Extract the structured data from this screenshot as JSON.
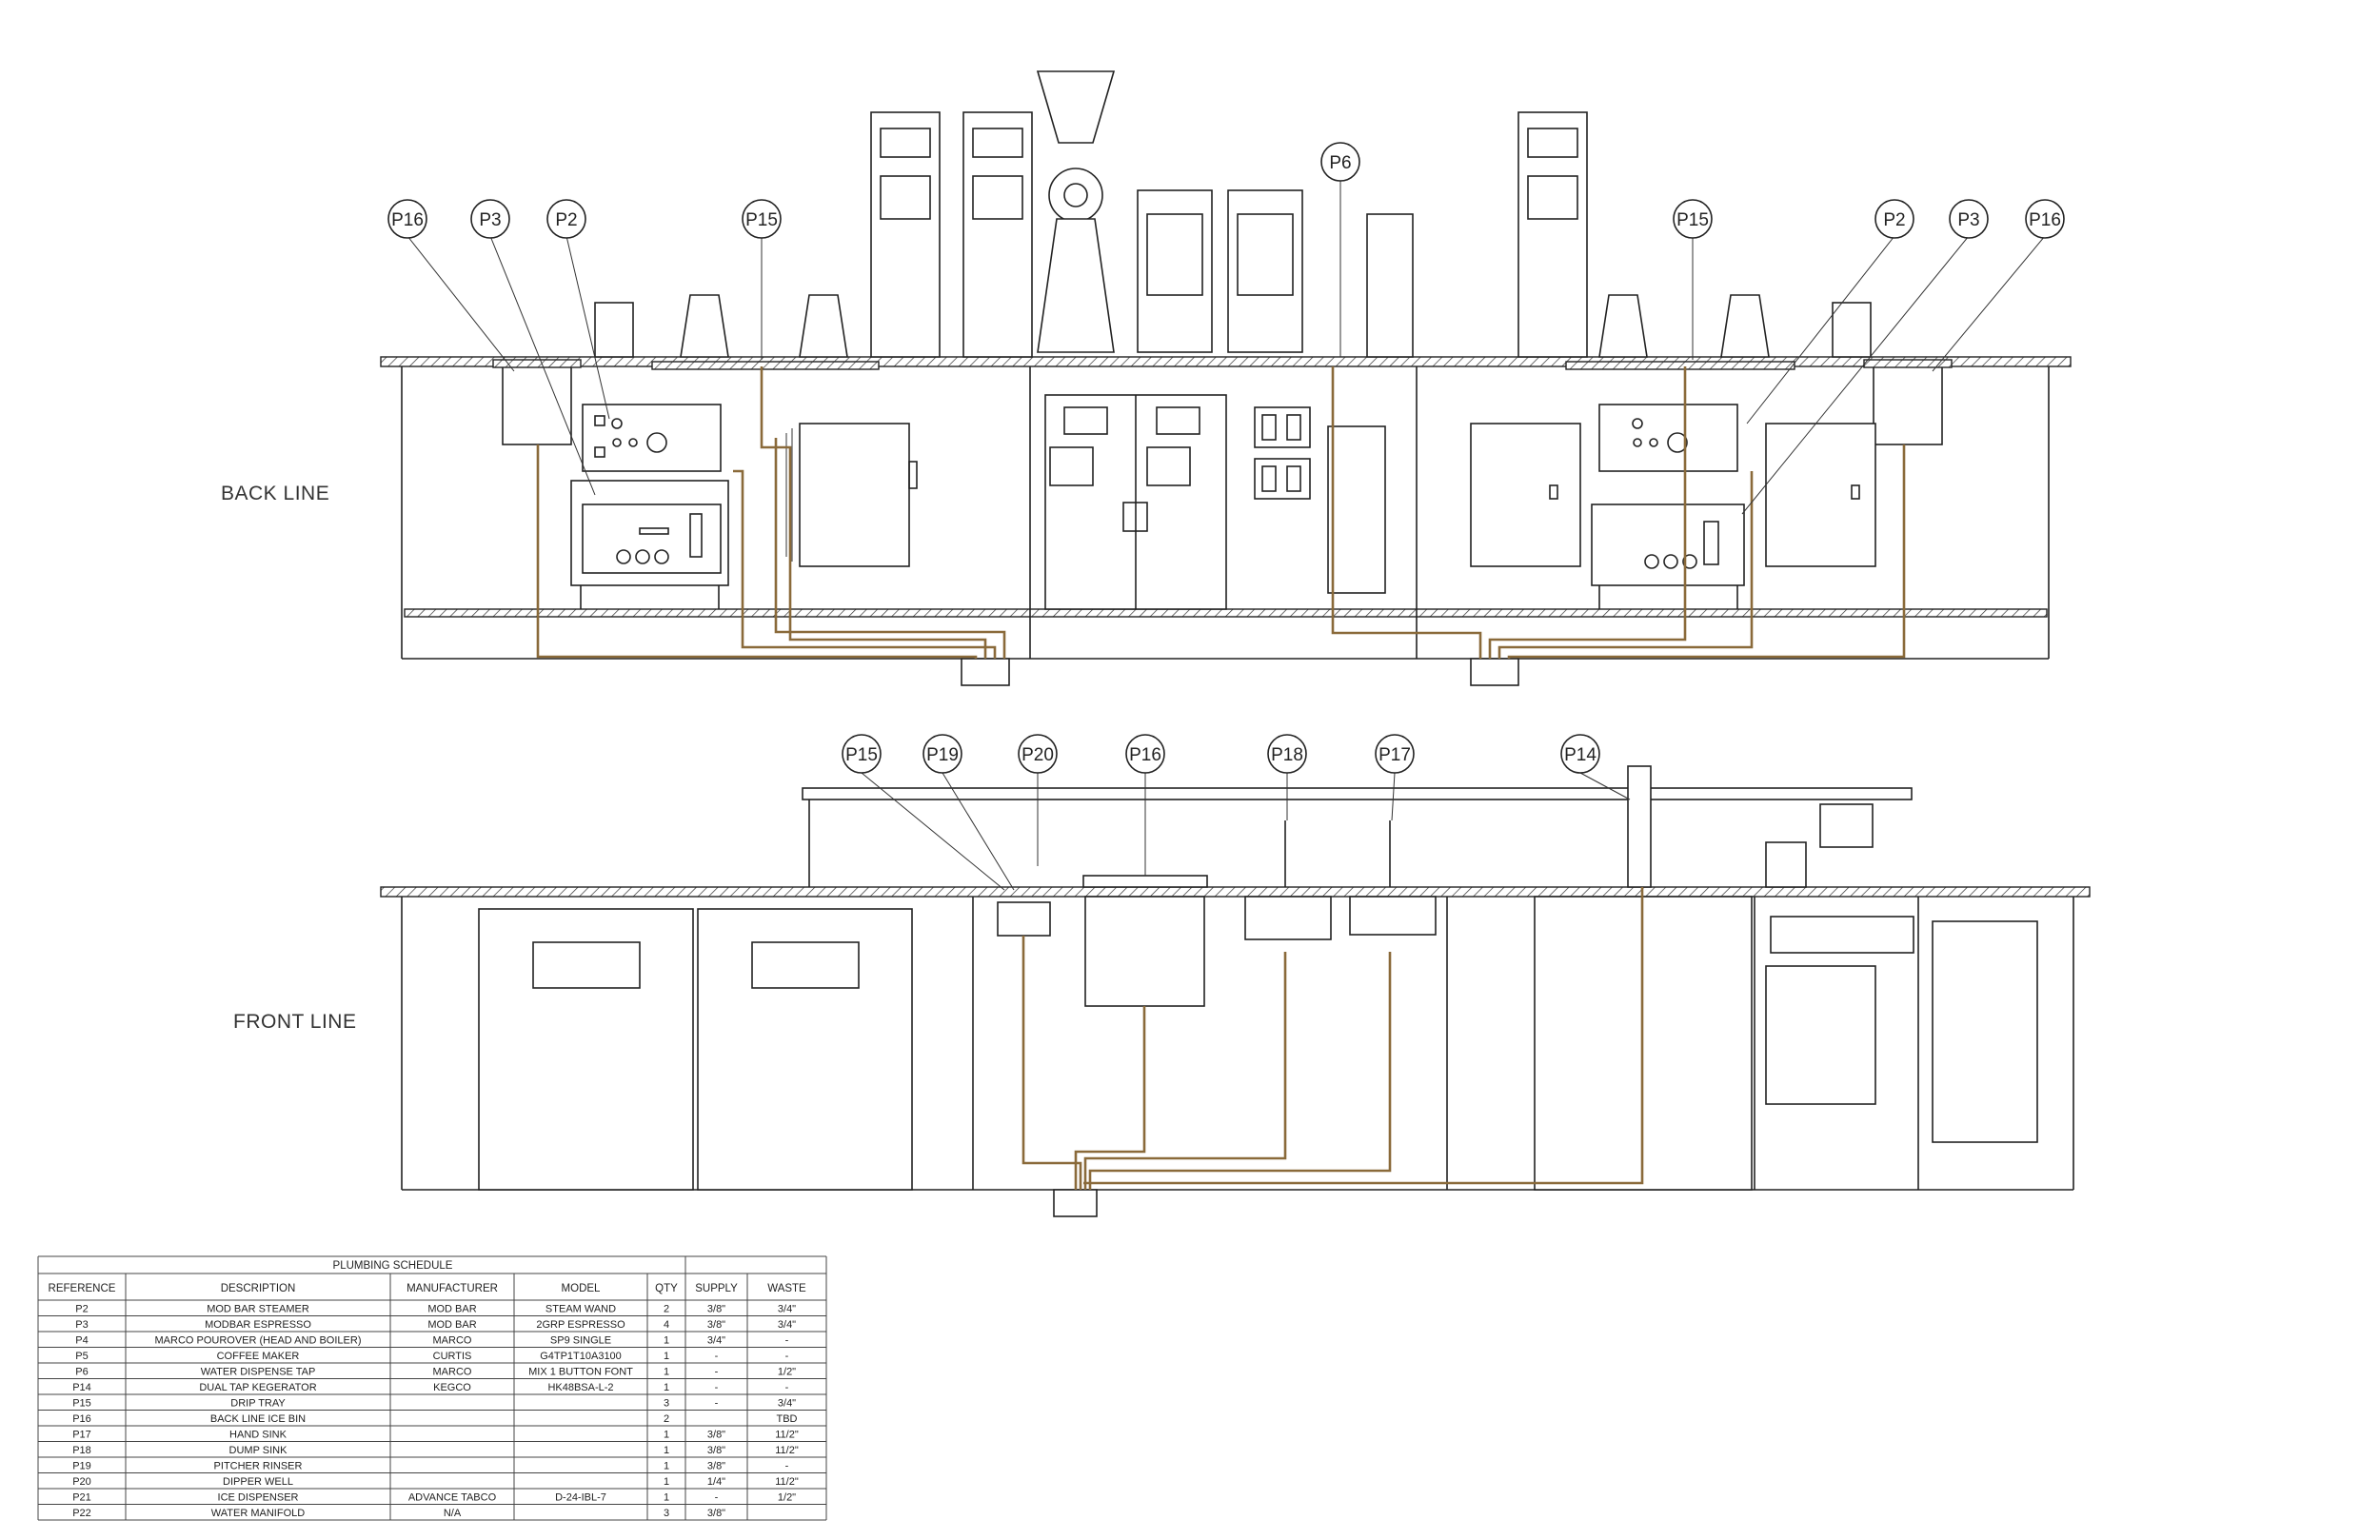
{
  "sections": {
    "back_line": "BACK LINE",
    "front_line": "FRONT LINE"
  },
  "callouts": {
    "back": [
      "P16",
      "P3",
      "P2",
      "P15",
      "P6",
      "P15",
      "P2",
      "P3",
      "P16"
    ],
    "front": [
      "P15",
      "P19",
      "P20",
      "P16",
      "P18",
      "P17",
      "P14"
    ]
  },
  "schedule": {
    "title": "PLUMBING SCHEDULE",
    "headers": [
      "REFERENCE",
      "DESCRIPTION",
      "MANUFACTURER",
      "MODEL",
      "QTY",
      "SUPPLY",
      "WASTE"
    ],
    "rows": [
      [
        "P2",
        "MOD BAR STEAMER",
        "MOD BAR",
        "STEAM WAND",
        "2",
        "3/8\"",
        "3/4\""
      ],
      [
        "P3",
        "MODBAR ESPRESSO",
        "MOD BAR",
        "2GRP ESPRESSO",
        "4",
        "3/8\"",
        "3/4\""
      ],
      [
        "P4",
        "MARCO POUROVER (HEAD AND BOILER)",
        "MARCO",
        "SP9 SINGLE",
        "1",
        "3/4\"",
        "-"
      ],
      [
        "P5",
        "COFFEE MAKER",
        "CURTIS",
        "G4TP1T10A3100",
        "1",
        "-",
        "-"
      ],
      [
        "P6",
        "WATER DISPENSE TAP",
        "MARCO",
        "MIX 1 BUTTON FONT",
        "1",
        "-",
        "1/2\""
      ],
      [
        "P14",
        "DUAL TAP KEGERATOR",
        "KEGCO",
        "HK48BSA-L-2",
        "1",
        "-",
        "-"
      ],
      [
        "P15",
        "DRIP TRAY",
        "",
        "",
        "3",
        "-",
        "3/4\""
      ],
      [
        "P16",
        "BACK LINE ICE BIN",
        "",
        "",
        "2",
        "",
        "TBD"
      ],
      [
        "P17",
        "HAND SINK",
        "",
        "",
        "1",
        "3/8\"",
        "11/2\""
      ],
      [
        "P18",
        "DUMP SINK",
        "",
        "",
        "1",
        "3/8\"",
        "11/2\""
      ],
      [
        "P19",
        "PITCHER RINSER",
        "",
        "",
        "1",
        "3/8\"",
        "-"
      ],
      [
        "P20",
        "DIPPER WELL",
        "",
        "",
        "1",
        "1/4\"",
        "11/2\""
      ],
      [
        "P21",
        "ICE DISPENSER",
        "ADVANCE TABCO",
        "D-24-IBL-7",
        "1",
        "-",
        "1/2\""
      ],
      [
        "P22",
        "WATER MANIFOLD",
        "N/A",
        "",
        "3",
        "3/8\"",
        ""
      ]
    ]
  },
  "colors": {
    "pipe": "#8a6a3a",
    "linework": "#222222"
  }
}
